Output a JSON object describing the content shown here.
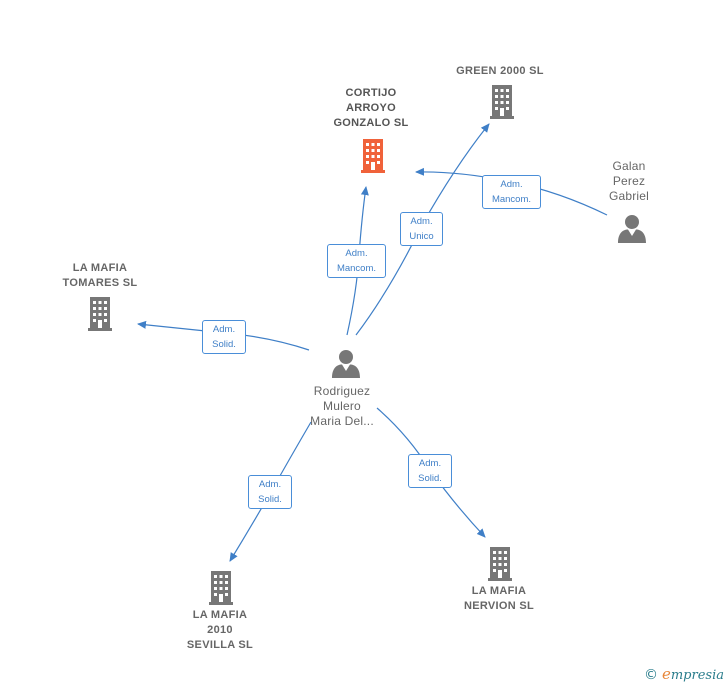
{
  "colors": {
    "edge": "#3f7fc7",
    "building": "#777777",
    "building_highlight": "#f0623a",
    "person": "#777777"
  },
  "nodes": {
    "cortijo": {
      "label": "CORTIJO\nARROYO\nGONZALO  SL",
      "icon": "building-icon"
    },
    "green2000": {
      "label": "GREEN 2000 SL",
      "icon": "building-icon"
    },
    "galan": {
      "label": "Galan\nPerez\nGabriel",
      "icon": "person-icon"
    },
    "mafia_tomares": {
      "label": "LA MAFIA\nTOMARES  SL",
      "icon": "building-icon"
    },
    "rodriguez": {
      "label": "Rodriguez\nMulero\nMaria Del...",
      "icon": "person-icon"
    },
    "mafia_2010": {
      "label": "LA MAFIA\n2010\nSEVILLA SL",
      "icon": "building-icon"
    },
    "mafia_nervion": {
      "label": "LA MAFIA\nNERVION SL",
      "icon": "building-icon"
    }
  },
  "edges": {
    "galan_cortijo": "Adm.\nMancom.",
    "rodriguez_cortijo": "Adm.\nMancom.",
    "rodriguez_green": "Adm.\nUnico",
    "rodriguez_tomares": "Adm.\nSolid.",
    "rodriguez_2010": "Adm.\nSolid.",
    "rodriguez_nervion": "Adm.\nSolid."
  },
  "footer": {
    "copyright": "©",
    "brand_initial": "e",
    "brand_rest": "mpresia"
  }
}
